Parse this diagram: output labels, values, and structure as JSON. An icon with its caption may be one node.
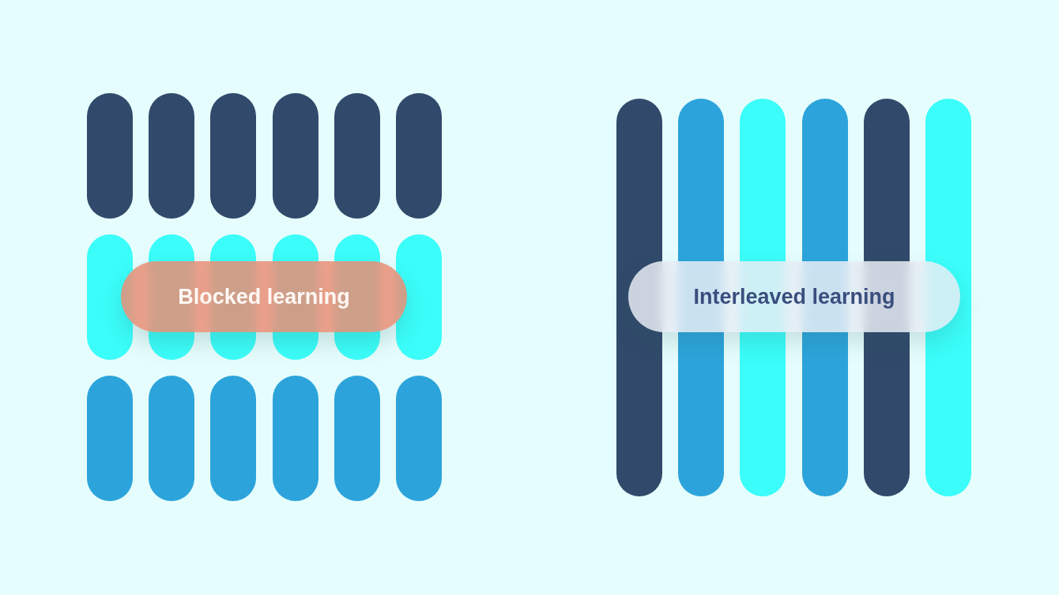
{
  "diagram": {
    "nodes": [
      {
        "text": [],
        "shape": "bar"
      },
      {
        "text": [],
        "shape": "bar"
      },
      {
        "text": [],
        "shape": "bar"
      },
      {
        "text": [],
        "shape": "bar"
      },
      {
        "text": [],
        "shape": "bar"
      },
      {
        "text": [],
        "shape": "bar"
      },
      {
        "text": [],
        "shape": "bar"
      },
      {
        "text": [],
        "shape": "bar"
      },
      {
        "text": [],
        "shape": "bar"
      },
      {
        "text": [],
        "shape": "bar"
      },
      {
        "text": [],
        "shape": "bar"
      },
      {
        "text": [],
        "shape": "bar"
      },
      {
        "text": [
          "Blocked learning"
        ]
      },
      {
        "text": [],
        "shape": "bar"
      },
      {
        "text": [],
        "shape": "bar"
      },
      {
        "text": [],
        "shape": "bar"
      },
      {
        "text": [],
        "shape": "bar"
      },
      {
        "text": [],
        "shape": "bar"
      },
      {
        "text": [],
        "shape": "bar"
      },
      {
        "text": [],
        "shape": "bar"
      },
      {
        "text": [],
        "shape": "bar"
      },
      {
        "text": [],
        "shape": "bar"
      },
      {
        "text": [],
        "shape": "bar"
      },
      {
        "text": [],
        "shape": "bar"
      },
      {
        "text": [],
        "shape": "bar"
      },
      {
        "text": [
          "Interleaved learning"
        ]
      }
    ]
  }
}
